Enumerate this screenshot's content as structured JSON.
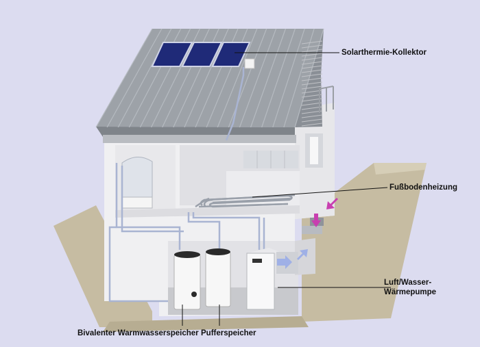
{
  "labels": {
    "solar_collector": "Solarthermie-Kollektor",
    "underfloor_heating": "Fußbodenheizung",
    "heat_pump_line1": "Luft/Wasser-",
    "heat_pump_line2": "Wärmepumpe",
    "bivalent_tank": "Bivalenter Warmwasserspeicher",
    "buffer_tank": "Pufferspeicher"
  },
  "colors": {
    "background": "#dcdcf0",
    "earth": "#c9bfa5",
    "roof": "#9ea3a9",
    "walls": "#f2f2f3",
    "solar_panel": "#1f2a78",
    "pipe": "#a9b4d2",
    "air_arrow": "#c83fb0",
    "air_flow_arrow": "#9fb0e6"
  }
}
